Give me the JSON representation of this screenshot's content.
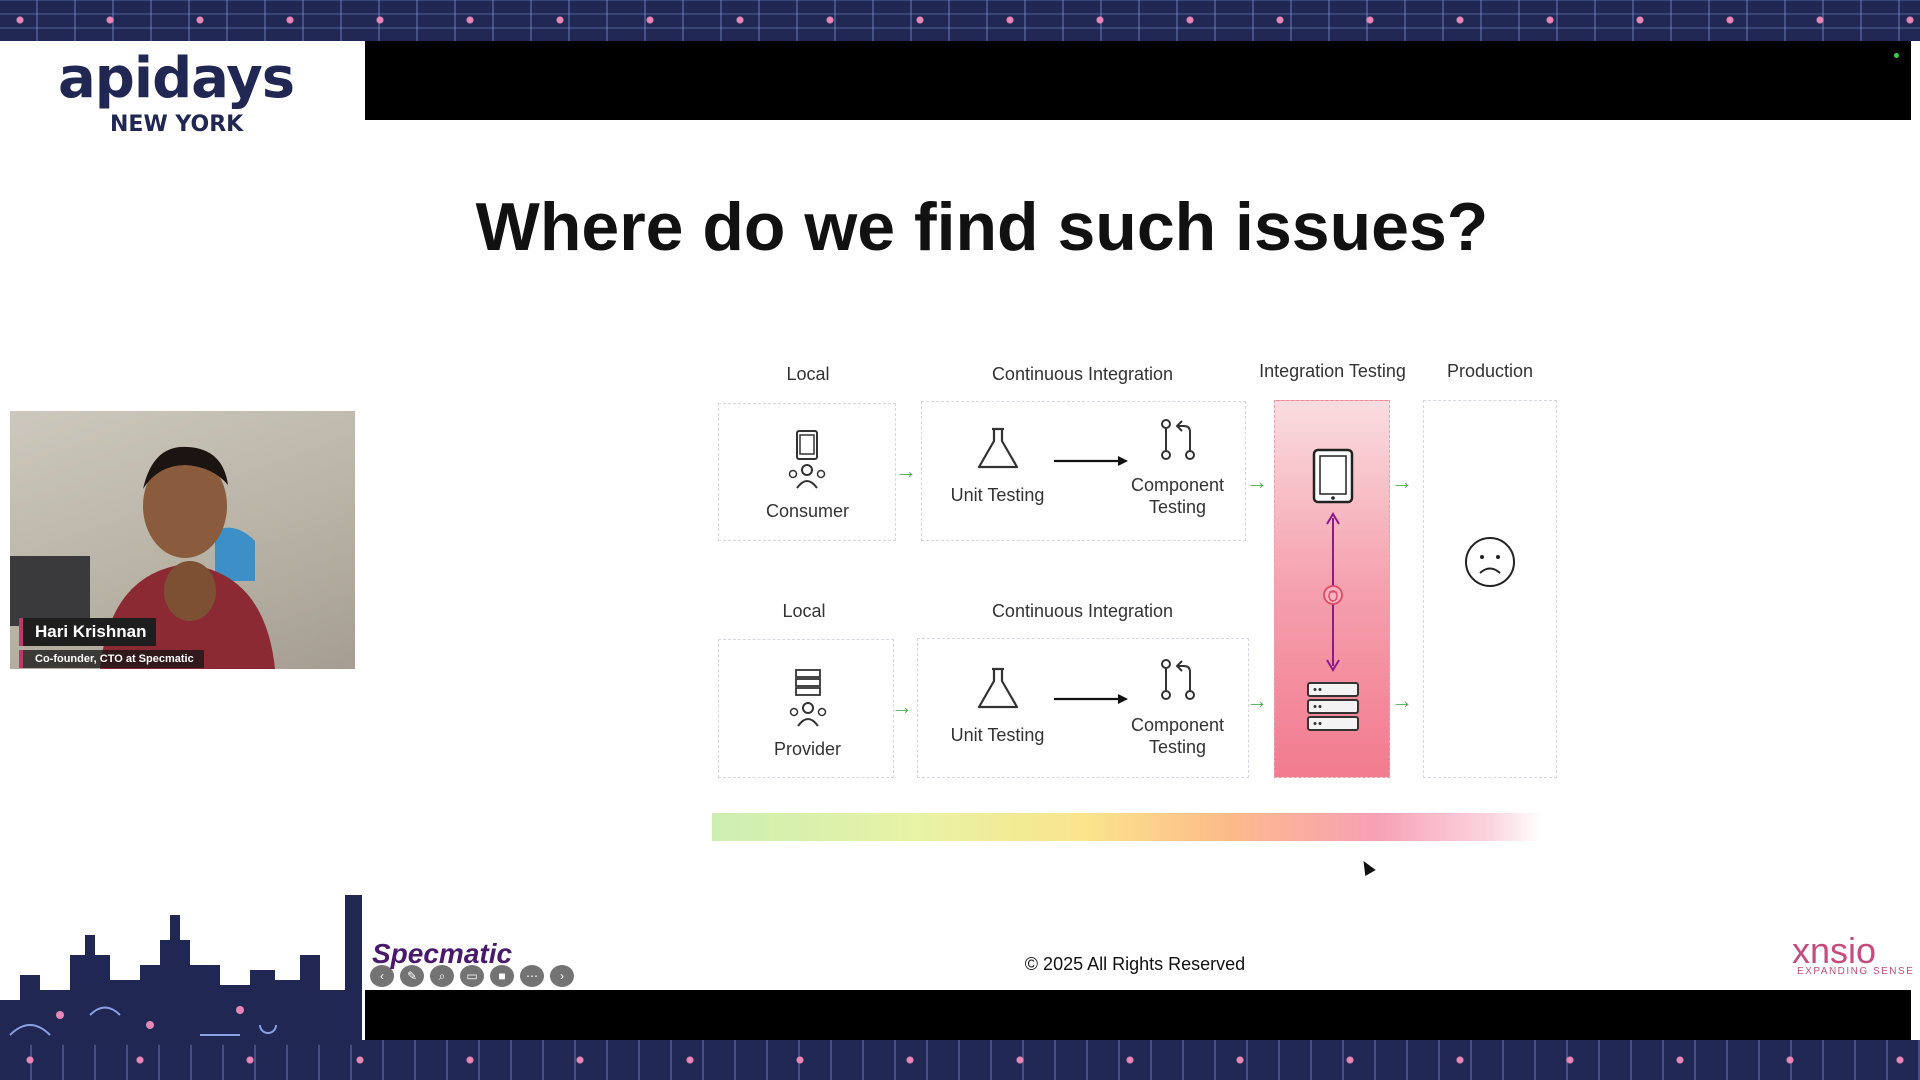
{
  "branding": {
    "event_logo": "apidays",
    "event_city": "NEW YORK",
    "specmatic_logo": "Specmatic",
    "xnsio_logo": "xnsio",
    "xnsio_tagline": "EXPANDING SENSE"
  },
  "slide": {
    "title": "Where do we find such issues?",
    "copyright": "© 2025 All Rights Reserved",
    "columns": {
      "local_top": "Local",
      "ci_top": "Continuous Integration",
      "integration_testing": "Integration Testing",
      "production": "Production",
      "local_bottom": "Local",
      "ci_bottom": "Continuous Integration"
    },
    "consumer_row": {
      "local_label": "Consumer",
      "unit_testing": "Unit Testing",
      "component_testing_line1": "Component",
      "component_testing_line2": "Testing"
    },
    "provider_row": {
      "local_label": "Provider",
      "unit_testing": "Unit Testing",
      "component_testing_line1": "Component",
      "component_testing_line2": "Testing"
    },
    "icons": {
      "consumer": "mobile-user-icon",
      "provider": "server-user-icon",
      "unit_test": "flask-icon",
      "component_test": "git-merge-icon",
      "it_top": "tablet-icon",
      "it_bottom": "server-stack-icon",
      "it_link": "bug-icon",
      "production": "sad-face-icon",
      "flow": "green-arrow-icon"
    },
    "colors": {
      "integration_testing_gradient_top": "#f9dde0",
      "integration_testing_gradient_bottom": "#f27b8f",
      "flow_arrow": "#4caf50",
      "link_arrow": "#8b1a8b"
    }
  },
  "presenter": {
    "name": "Hari Krishnan",
    "role": "Co-founder, CTO at Specmatic"
  },
  "player_controls": [
    "back-icon",
    "pen-icon",
    "zoom-icon",
    "cc-icon",
    "camera-icon",
    "more-icon",
    "forward-icon"
  ]
}
